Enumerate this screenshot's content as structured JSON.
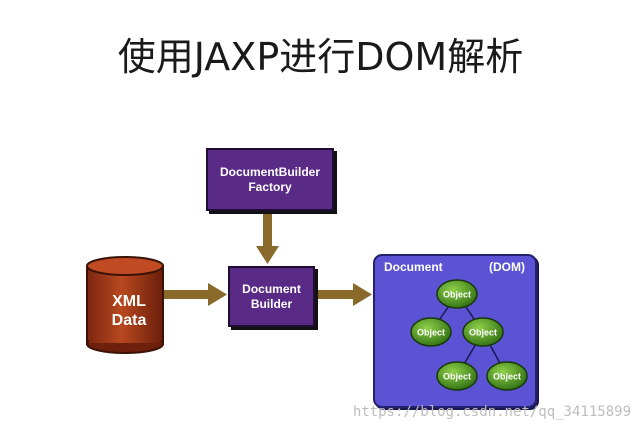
{
  "title": "使用JAXP进行DOM解析",
  "xml_data": {
    "label": "XML\nData"
  },
  "factory": {
    "label": "DocumentBuilder\nFactory"
  },
  "builder": {
    "label": "Document\nBuilder"
  },
  "dom_panel": {
    "title": "Document",
    "tag": "(DOM)",
    "object_label": "Object"
  },
  "colors": {
    "cylinder": "#a3381b",
    "box": "#5a2a87",
    "panel": "#5b52d4",
    "object": "#3f8a1e",
    "arrow": "#8a6a2a"
  },
  "watermark": "https://blog.csdn.net/qq_34115899"
}
